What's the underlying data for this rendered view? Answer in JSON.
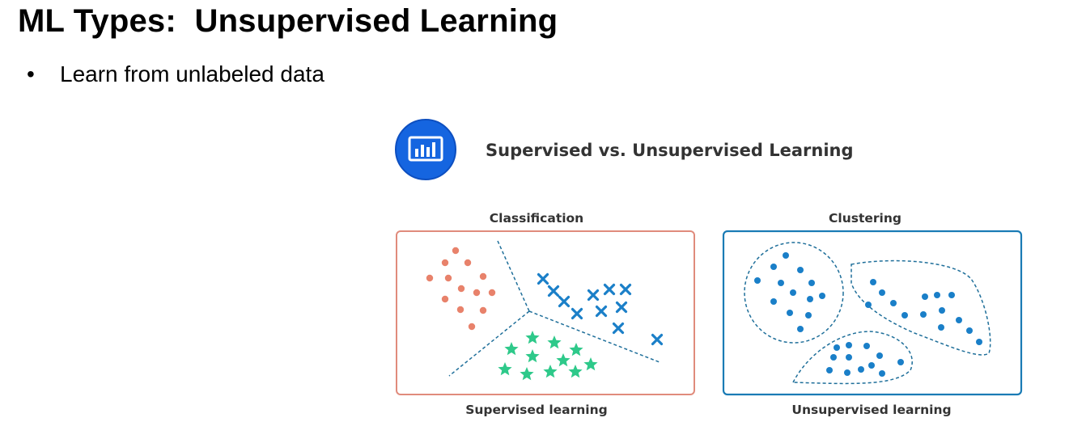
{
  "slide": {
    "title": "ML Types:  Unsupervised Learning",
    "bullets": [
      "Learn from unlabeled data"
    ],
    "bullet_symbol": "•"
  },
  "figure": {
    "header": "Supervised vs. Unsupervised Learning",
    "icon": "bar-chart-icon",
    "left_panel": {
      "top_label": "Classification",
      "bottom_label": "Supervised learning",
      "border_color": "#e08b7c"
    },
    "right_panel": {
      "top_label": "Clustering",
      "bottom_label": "Unsupervised learning",
      "border_color": "#1a7bb5"
    },
    "colors": {
      "dots": "#e8826b",
      "crosses": "#1a7fc8",
      "stars": "#2ec98a",
      "cluster_points": "#1a7fc8",
      "icon_blue": "#1565e0",
      "separator": "#1f6f9a"
    }
  }
}
